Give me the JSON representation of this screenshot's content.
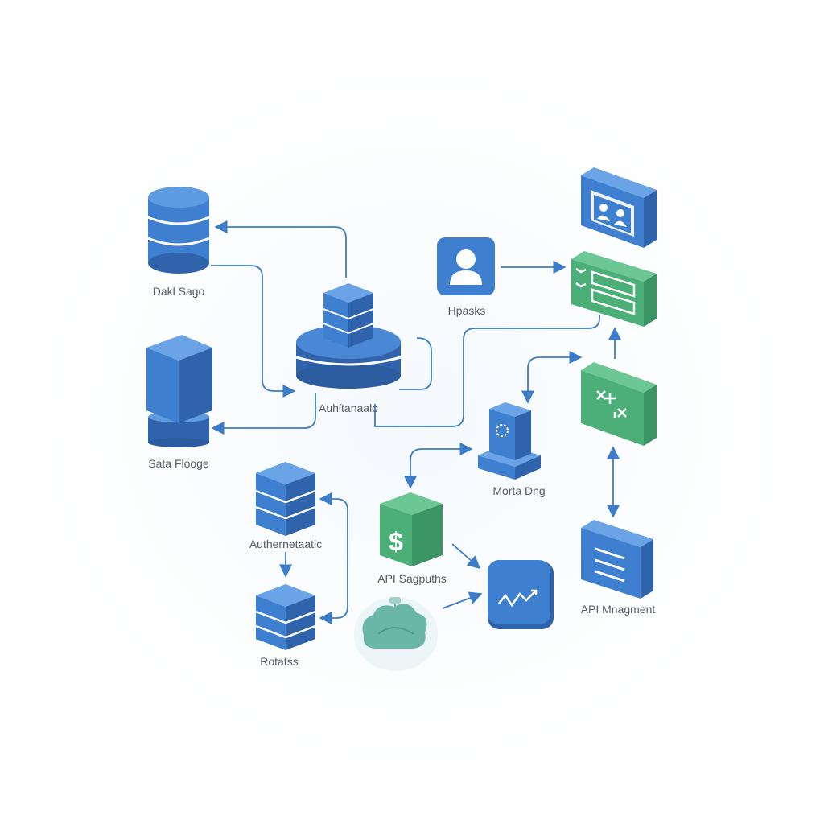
{
  "labels": {
    "data_storage": "Dakl Sago",
    "auth_center": "Auhſtanaalo",
    "users": "Hpasks",
    "sata_storage": "Sata Flooge",
    "monitoring": "Morta Dng",
    "authentication": "Authernetaatlc",
    "api_settings": "API Sagpuths",
    "api_management": "API Mnagment",
    "robots": "Rotatss"
  },
  "colors": {
    "blue": "#3f7fcf",
    "blue_dark": "#2f64ac",
    "blue_light": "#5f9be0",
    "green": "#4caf78",
    "green_dark": "#3a9463",
    "green_light": "#6cc795",
    "arrow": "#3d7cc9",
    "label": "#555d66"
  },
  "icons": {
    "db_cylinder": "database-icon",
    "hub": "auth-hub-icon",
    "storage_block": "storage-icon",
    "user": "user-icon",
    "team_screen": "team-screen-icon",
    "form": "form-icon",
    "dev_tools": "dev-tools-icon",
    "monitor": "monitor-icon",
    "stack": "server-stack-icon",
    "dollar": "dollar-icon",
    "chart": "chart-icon",
    "doc": "document-icon",
    "cloud": "cloud-bot-icon"
  }
}
